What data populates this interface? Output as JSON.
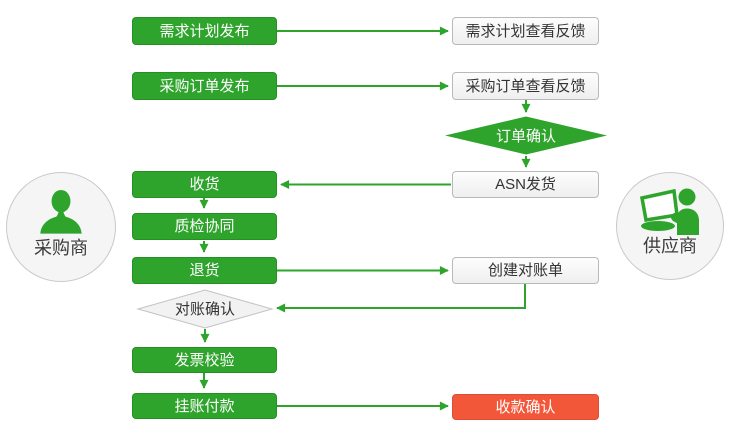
{
  "diagram": {
    "title_hint": "purchaser-supplier collaboration flow",
    "actors": {
      "buyer": "采购商",
      "supplier": "供应商"
    },
    "buyer_steps": {
      "demand_publish": "需求计划发布",
      "po_publish": "采购订单发布",
      "receive_goods": "收货",
      "quality_collaboration": "质检协同",
      "return_goods": "退货",
      "reconciliation_confirm": "对账确认",
      "invoice_verification": "发票校验",
      "book_payment": "挂账付款"
    },
    "supplier_steps": {
      "demand_feedback": "需求计划查看反馈",
      "po_feedback": "采购订单查看反馈",
      "order_confirm": "订单确认",
      "asn_shipping": "ASN发货",
      "create_statement": "创建对账单",
      "payment_receipt_confirm": "收款确认"
    },
    "colors": {
      "green": "#2fa42c",
      "red": "#f2573a",
      "diamond_gray_fill": "#f2f2f2",
      "diamond_gray_border": "#c3c3c3",
      "white_box_border": "#b9b9b9"
    }
  }
}
